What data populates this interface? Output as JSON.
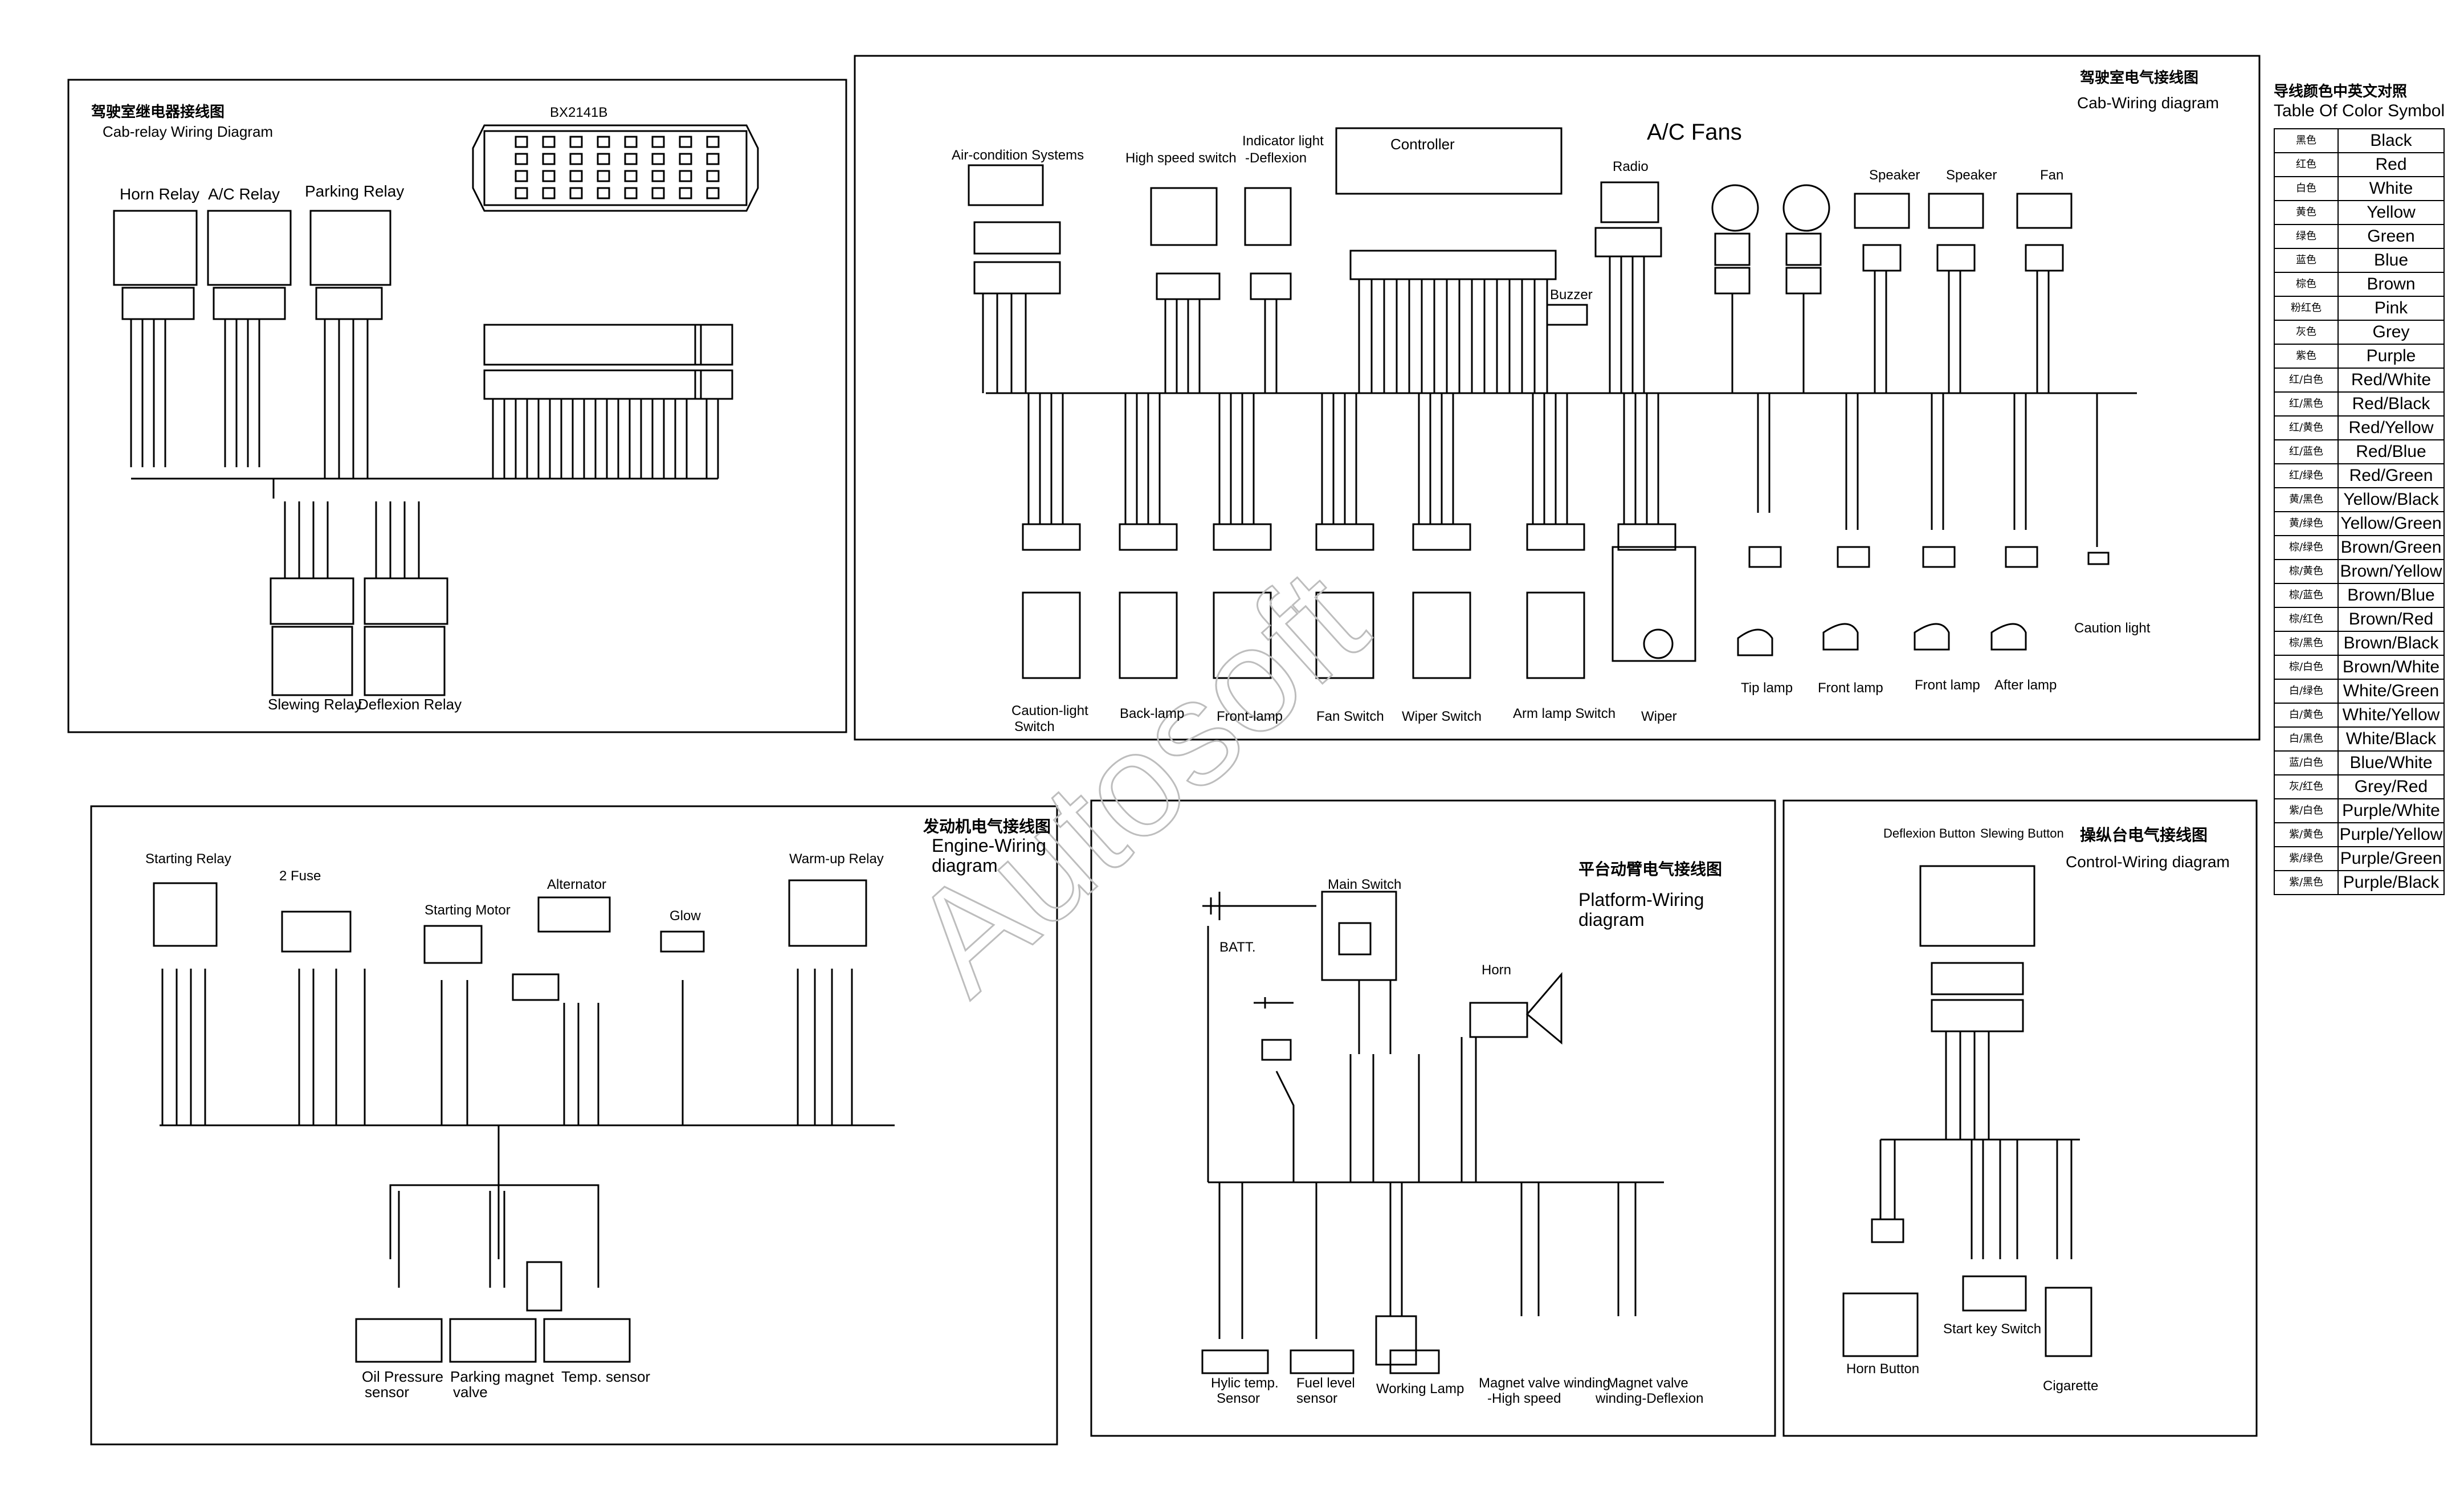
{
  "watermark": "Autosoft",
  "cab_relay": {
    "title_cn": "驾驶室继电器接线图",
    "title_en": "Cab-relay Wiring Diagram",
    "horn_relay": "Horn Relay",
    "ac_relay": "A/C Relay",
    "parking_relay": "Parking Relay",
    "bx_header": "BX2141B",
    "slewing_relay": "Slewing Relay",
    "deflexion_relay": "Deflexion Relay"
  },
  "cab_wiring": {
    "title_cn": "驾驶室电气接线图",
    "title_en": "Cab-Wiring diagram",
    "aircon": "Air-condition Systems",
    "high_speed_switch": "High speed switch",
    "indicator_light": "Indicator light",
    "indicator_light2": "-Deflexion",
    "controller": "Controller",
    "ac_fans": "A/C Fans",
    "radio": "Radio",
    "speaker1": "Speaker",
    "speaker2": "Speaker",
    "fan": "Fan",
    "buzzer": "Buzzer",
    "caution_switch": "Caution-light",
    "caution_switch2": "Switch",
    "back_lamp": "Back-lamp",
    "front_lamp_sw": "Front-lamp",
    "fan_switch": "Fan Switch",
    "wiper_switch": "Wiper Switch",
    "arm_lamp_switch": "Arm lamp Switch",
    "wiper": "Wiper",
    "tip_lamp": "Tip lamp",
    "front_lamp1": "Front lamp",
    "front_lamp2": "Front lamp",
    "after_lamp": "After lamp",
    "caution_light": "Caution light"
  },
  "color_table": {
    "title_cn": "导线颜色中英文对照",
    "title_en": "Table Of Color Symbol",
    "rows": [
      [
        "黑色",
        "Black"
      ],
      [
        "红色",
        "Red"
      ],
      [
        "白色",
        "White"
      ],
      [
        "黄色",
        "Yellow"
      ],
      [
        "绿色",
        "Green"
      ],
      [
        "蓝色",
        "Blue"
      ],
      [
        "棕色",
        "Brown"
      ],
      [
        "粉红色",
        "Pink"
      ],
      [
        "灰色",
        "Grey"
      ],
      [
        "紫色",
        "Purple"
      ],
      [
        "红/白色",
        "Red/White"
      ],
      [
        "红/黑色",
        "Red/Black"
      ],
      [
        "红/黄色",
        "Red/Yellow"
      ],
      [
        "红/蓝色",
        "Red/Blue"
      ],
      [
        "红/绿色",
        "Red/Green"
      ],
      [
        "黄/黑色",
        "Yellow/Black"
      ],
      [
        "黄/绿色",
        "Yellow/Green"
      ],
      [
        "棕/绿色",
        "Brown/Green"
      ],
      [
        "棕/黄色",
        "Brown/Yellow"
      ],
      [
        "棕/蓝色",
        "Brown/Blue"
      ],
      [
        "棕/红色",
        "Brown/Red"
      ],
      [
        "棕/黑色",
        "Brown/Black"
      ],
      [
        "棕/白色",
        "Brown/White"
      ],
      [
        "白/绿色",
        "White/Green"
      ],
      [
        "白/黄色",
        "White/Yellow"
      ],
      [
        "白/黑色",
        "White/Black"
      ],
      [
        "蓝/白色",
        "Blue/White"
      ],
      [
        "灰/红色",
        "Grey/Red"
      ],
      [
        "紫/白色",
        "Purple/White"
      ],
      [
        "紫/黄色",
        "Purple/Yellow"
      ],
      [
        "紫/绿色",
        "Purple/Green"
      ],
      [
        "紫/黑色",
        "Purple/Black"
      ]
    ]
  },
  "engine": {
    "title_cn": "发动机电气接线图",
    "title_en": "Engine-Wiring",
    "title_en2": "diagram",
    "starting_relay": "Starting Relay",
    "fuse": "2 Fuse",
    "starting_motor": "Starting Motor",
    "alternator": "Alternator",
    "glow": "Glow",
    "warmup_relay": "Warm-up Relay",
    "oil_pressure": "Oil Pressure",
    "oil_pressure2": "sensor",
    "parking_valve": "Parking magnet",
    "parking_valve2": "valve",
    "temp_sensor": "Temp. sensor"
  },
  "platform": {
    "title_cn": "平台动臂电气接线图",
    "title_en": "Platform-Wiring",
    "title_en2": "diagram",
    "main_switch": "Main Switch",
    "batt": "BATT.",
    "horn": "Horn",
    "hylic_temp": "Hylic temp.",
    "hylic_temp2": "Sensor",
    "fuel_level": "Fuel level",
    "fuel_level2": "sensor",
    "working_lamp": "Working Lamp",
    "mv_high": "Magnet valve winding",
    "mv_high2": "-High speed",
    "mv_defl": "Magnet valve",
    "mv_defl2": "winding-Deflexion"
  },
  "control": {
    "title_cn": "操纵台电气接线图",
    "title_en": "Control-Wiring diagram",
    "deflexion_button": "Deflexion Button",
    "slewing_button": "Slewing Button",
    "horn_button": "Horn Button",
    "start_key": "Start key Switch",
    "cigarette": "Cigarette"
  }
}
